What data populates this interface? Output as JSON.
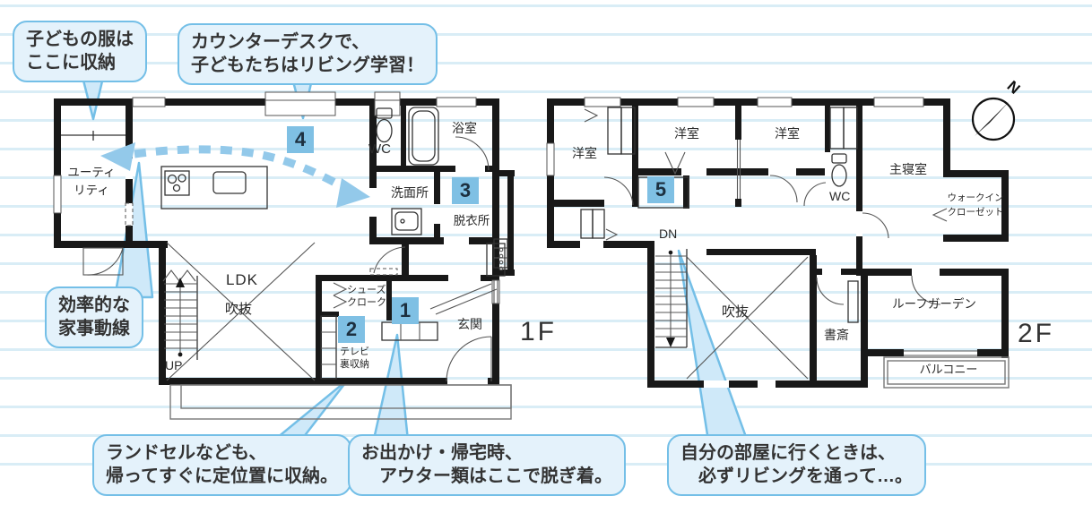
{
  "colors": {
    "accent_blue": "#74bfe7",
    "bubble_fill": "#e4f2fb",
    "marker_fill": "#7fc0e4",
    "flow_arrow": "#93c9ea",
    "wall": "#181818",
    "stripe": "#d9edf6"
  },
  "bubbles": {
    "kids_clothes": "子どもの服は\nここに収納",
    "counter_desk": "カウンターデスクで、\n子どもたちはリビング学習！",
    "housework": "効率的な\n家事動線",
    "randoseru": "ランドセルなども、\n帰ってすぐに定位置に収納。",
    "outerwear": "お出かけ・帰宅時、\n　アウター類はここで脱ぎ着。",
    "own_room": "自分の部屋に行くときは、\n　必ずリビングを通って…。"
  },
  "markers": {
    "m1": "1",
    "m2": "2",
    "m3": "3",
    "m4": "4",
    "m5": "5"
  },
  "floor1": {
    "label": "1F",
    "rooms": {
      "utility": "ユーティ\nリティ",
      "ldk": "LDK",
      "void": "吹抜",
      "stairs": "UP",
      "wc": "WC",
      "bath": "浴室",
      "washroom": "洗面所",
      "dressing": "脱衣所",
      "shoe_cloak": "シューズ\nクローク",
      "tv_storage": "テレビ\n裏収納",
      "entrance": "玄関"
    }
  },
  "floor2": {
    "label": "2F",
    "rooms": {
      "bedroom_west": "洋室",
      "bedroom_center": "洋室",
      "bedroom_east": "洋室",
      "master": "主寝室",
      "wc": "WC",
      "walk_in_closet": "ウォークイン\nクローゼット",
      "stairs": "DN",
      "void": "吹抜",
      "study": "書斎",
      "roof_garden": "ルーフガーデン",
      "balcony": "バルコニー"
    }
  },
  "compass": {
    "north": "N"
  }
}
